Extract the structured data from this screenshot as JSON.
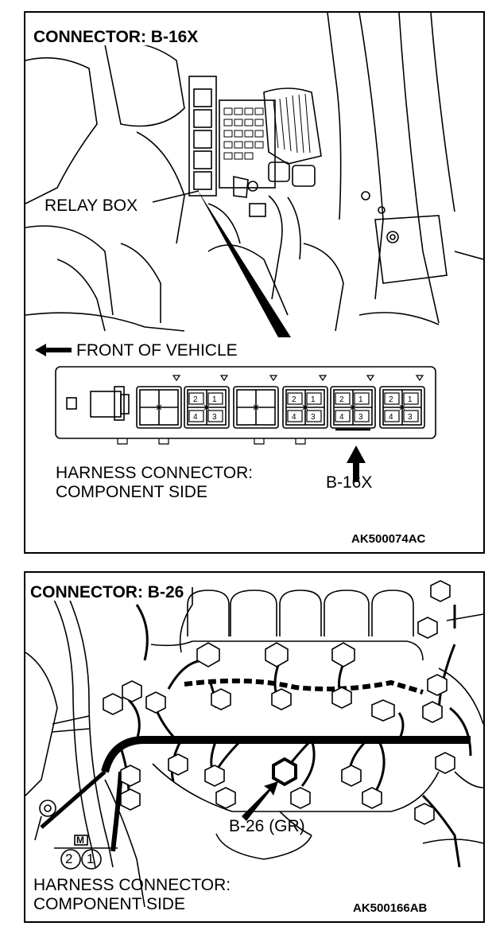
{
  "panel1": {
    "title": "CONNECTOR: B-16X",
    "relay_box_label": "RELAY BOX",
    "front_label": "FRONT OF VEHICLE",
    "harness_line1": "HARNESS CONNECTOR:",
    "harness_line2": "COMPONENT SIDE",
    "connector_id": "B-16X",
    "figure_code": "AK500074AC",
    "pins": {
      "p1": "1",
      "p2": "2",
      "p3": "3",
      "p4": "4"
    }
  },
  "panel2": {
    "title": "CONNECTOR: B-26",
    "connector_id": "B-26 (GR)",
    "harness_line1": "HARNESS CONNECTOR:",
    "harness_line2": "COMPONENT SIDE",
    "figure_code": "AK500166AB",
    "symbol_letter": "M",
    "symbol_pin_left": "2",
    "symbol_pin_right": "1"
  }
}
